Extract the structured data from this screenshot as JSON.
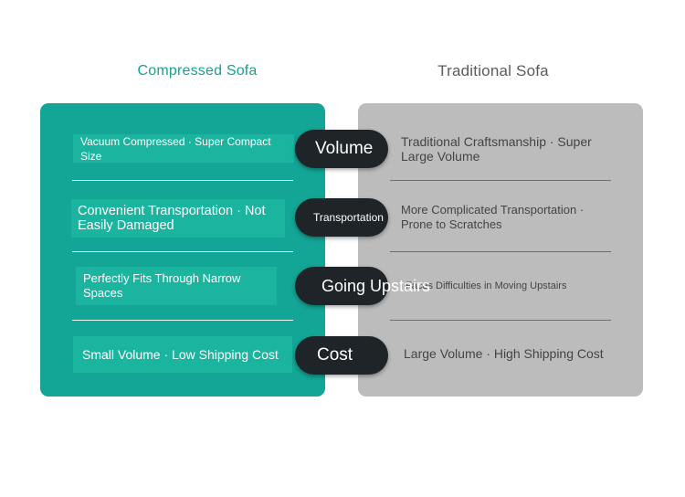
{
  "headers": {
    "left": "Compressed Sofa",
    "right": "Traditional Sofa"
  },
  "rows": [
    {
      "label": "Volume",
      "left": "Vacuum Compressed · Super Compact Size",
      "right": "Traditional Craftsmanship · Super Large Volume"
    },
    {
      "label": "Transportation",
      "left": "Convenient Transportation · Not Easily Damaged",
      "right": "More Complicated Transportation · Prone to Scratches"
    },
    {
      "label": "Going Upstairs",
      "left": "Perfectly Fits Through Narrow Spaces",
      "right": "Faces Difficulties in Moving Upstairs"
    },
    {
      "label": "Cost",
      "left": "Small Volume · Low Shipping Cost",
      "right": "Large Volume · High Shipping Cost"
    }
  ],
  "colors": {
    "compressed_panel": "#13a595",
    "compressed_cell": "#1bb49f",
    "compressed_title": "#16a392",
    "traditional_panel": "#bcbcbc",
    "traditional_title": "#5c5c5c",
    "pill": "#1e2428"
  }
}
